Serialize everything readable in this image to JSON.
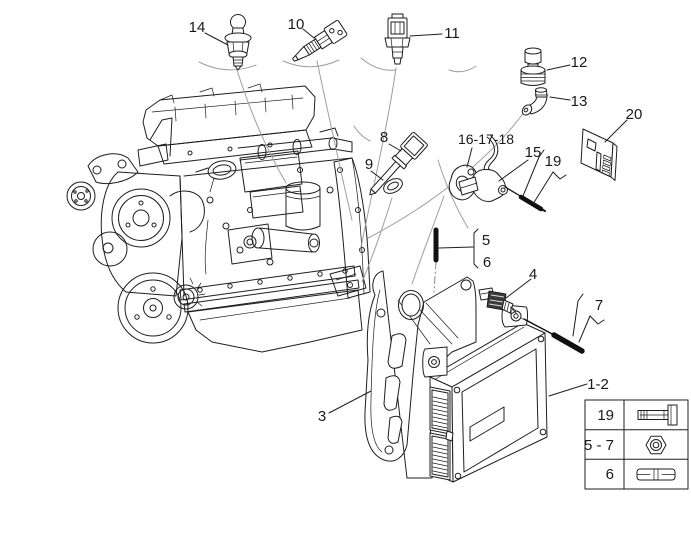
{
  "callouts": {
    "c1_2": "1-2",
    "c3": "3",
    "c4": "4",
    "c5": "5",
    "c6": "6",
    "c7": "7",
    "c8": "8",
    "c9": "9",
    "c10": "10",
    "c11": "11",
    "c12": "12",
    "c13": "13",
    "c14": "14",
    "c15": "15",
    "c16_17_18": "16-17-18",
    "c19": "19",
    "c20": "20"
  },
  "legend": {
    "rows": [
      {
        "ref": "19",
        "icon": "hex-bolt-icon"
      },
      {
        "ref": "5 - 7",
        "icon": "hex-nut-icon"
      },
      {
        "ref": "6",
        "icon": "stud-icon"
      }
    ]
  },
  "colors": {
    "line": "#1e1e1e",
    "leader": "#9e9e9e",
    "hardware": "#111111",
    "background": "#ffffff"
  }
}
